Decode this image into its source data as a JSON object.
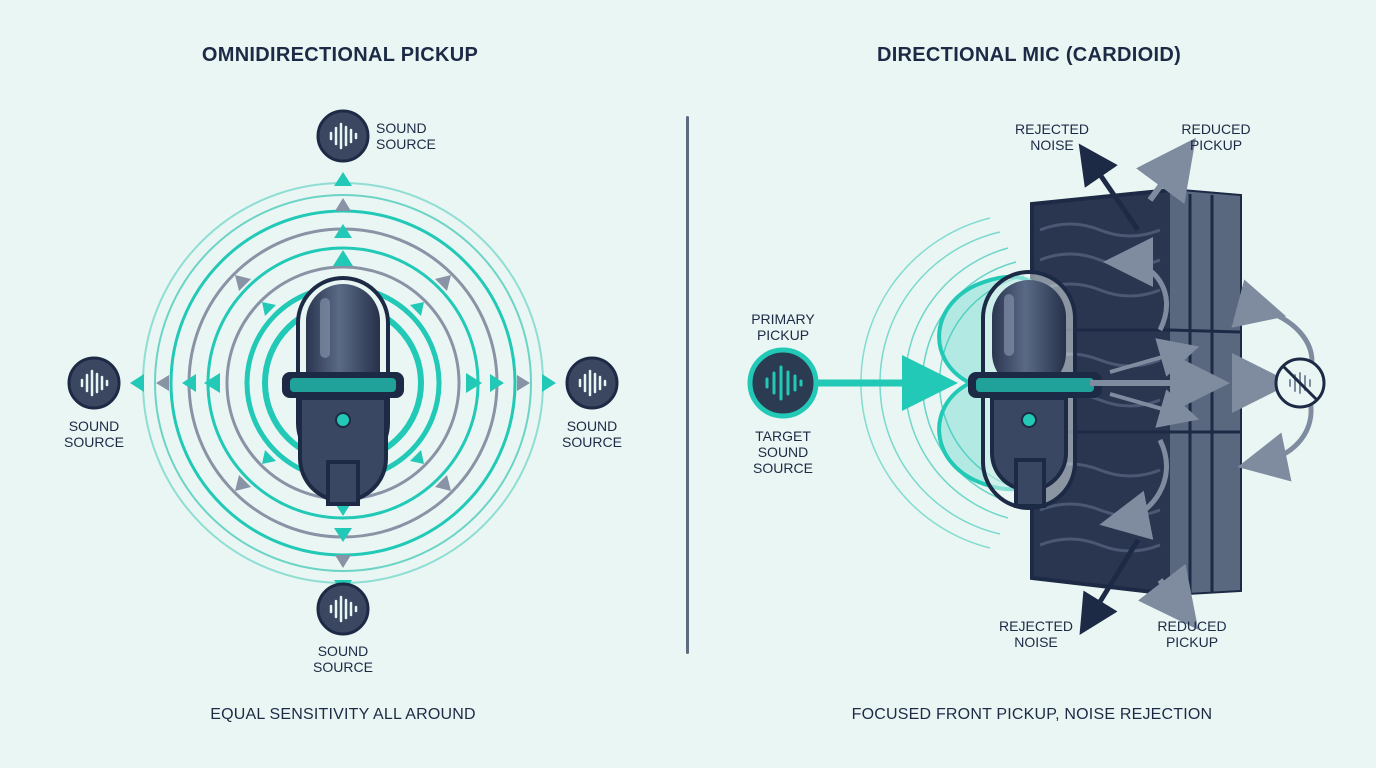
{
  "left": {
    "title": "OMNIDIRECTIONAL PICKUP",
    "caption": "EQUAL SENSITIVITY ALL AROUND",
    "sources": {
      "top": "SOUND\nSOURCE",
      "left": "SOUND\nSOURCE",
      "right": "SOUND\nSOURCE",
      "bottom": "SOUND\nSOURCE"
    }
  },
  "right": {
    "title": "DIRECTIONAL MIC (CARDIOID)",
    "caption": "FOCUSED FRONT PICKUP, NOISE REJECTION",
    "primary_pickup": "PRIMARY\nPICKUP",
    "target_source": "TARGET\nSOUND\nSOURCE",
    "rejected_noise_top": "REJECTED\nNOISE",
    "reduced_pickup_top": "REDUCED\nPICKUP",
    "rejected_noise_bottom": "REJECTED\nNOISE",
    "reduced_pickup_bottom": "REDUCED\nPICKUP"
  },
  "colors": {
    "background": "#eaf6f3",
    "teal": "#22c9b6",
    "navy": "#1d2a46",
    "slate": "#6f7d93"
  },
  "icons": [
    "sound-wave-icon",
    "microphone-icon",
    "no-sound-icon"
  ]
}
